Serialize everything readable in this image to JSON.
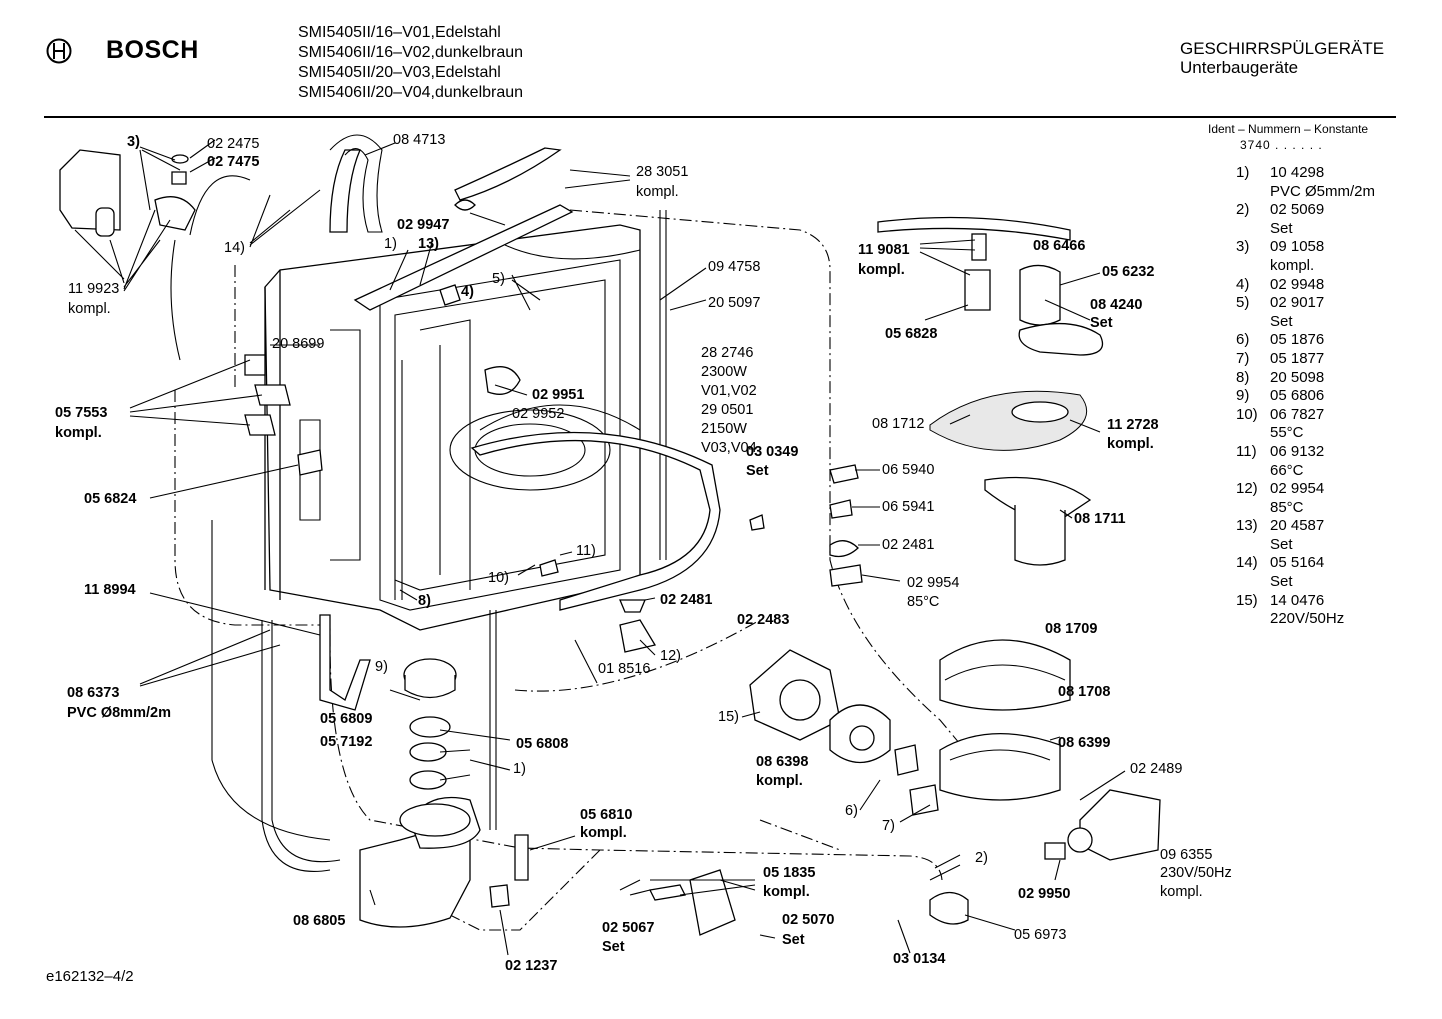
{
  "brand": {
    "name": "BOSCH"
  },
  "models": [
    "SMI5405II/16–V01,Edelstahl",
    "SMI5406II/16–V02,dunkelbraun",
    "SMI5405II/20–V03,Edelstahl",
    "SMI5406II/20–V04,dunkelbraun"
  ],
  "category": {
    "title": "GESCHIRRSPÜLGERÄTE",
    "subtitle": "Unterbaugeräte"
  },
  "ident": {
    "heading": "Ident – Nummern – Konstante",
    "constant": "3740 . . . . . ."
  },
  "notes": [
    {
      "num": "1)",
      "lines": [
        "10 4298",
        "PVC Ø5mm/2m"
      ]
    },
    {
      "num": "2)",
      "lines": [
        "02 5069",
        "Set"
      ]
    },
    {
      "num": "3)",
      "lines": [
        "09 1058",
        "kompl."
      ]
    },
    {
      "num": "4)",
      "lines": [
        "02 9948"
      ]
    },
    {
      "num": "5)",
      "lines": [
        "02 9017",
        "Set"
      ]
    },
    {
      "num": "6)",
      "lines": [
        "05 1876"
      ]
    },
    {
      "num": "7)",
      "lines": [
        "05 1877"
      ]
    },
    {
      "num": "8)",
      "lines": [
        "20 5098"
      ]
    },
    {
      "num": "9)",
      "lines": [
        "05 6806"
      ]
    },
    {
      "num": "10)",
      "lines": [
        "06 7827",
        "55°C"
      ]
    },
    {
      "num": "11)",
      "lines": [
        "06 9132",
        "66°C"
      ]
    },
    {
      "num": "12)",
      "lines": [
        "02 9954",
        "85°C"
      ]
    },
    {
      "num": "13)",
      "lines": [
        "20 4587",
        "Set"
      ]
    },
    {
      "num": "14)",
      "lines": [
        "05 5164",
        "Set"
      ]
    },
    {
      "num": "15)",
      "lines": [
        "14 0476",
        "220V/50Hz"
      ]
    }
  ],
  "footer": {
    "code": "e162132–4/2"
  },
  "labels": {
    "l_3": "3)",
    "l_022475": "02 2475",
    "l_027475": "02 7475",
    "l_084713": "08 4713",
    "l_283051": "28 3051",
    "l_283051b": "kompl.",
    "l_029947": "02 9947",
    "l_14": "14)",
    "l_119923": "11 9923",
    "l_119923b": "kompl.",
    "l_1": "1)",
    "l_13": "13)",
    "l_4": "4)",
    "l_5": "5)",
    "l_094758": "09 4758",
    "l_205097": "20 5097",
    "l_208699": "20 8699",
    "l_282746": "28 2746",
    "l_2300w": "2300W",
    "l_v0102": "V01,V02",
    "l_290501": "29 0501",
    "l_2150w": "2150W",
    "l_v0304": "V03,V04",
    "l_029951": "02 9951",
    "l_029952": "02 9952",
    "l_057553": "05 7553",
    "l_057553b": "kompl.",
    "l_056824": "05 6824",
    "l_086466": "08 6466",
    "l_119081": "11 9081",
    "l_119081b": "kompl.",
    "l_056232": "05 6232",
    "l_084240": "08 4240",
    "l_084240b": "Set",
    "l_056828": "05 6828",
    "l_081712": "08 1712",
    "l_112728": "11 2728",
    "l_112728b": "kompl.",
    "l_030349": "03 0349",
    "l_030349b": "Set",
    "l_065940": "06 5940",
    "l_065941": "06 5941",
    "l_081711": "08 1711",
    "l_022481a": "02 2481",
    "l_029954": "02 9954",
    "l_85c": "85°C",
    "l_11": "11)",
    "l_10": "10)",
    "l_022481b": "02 2481",
    "l_8": "8)",
    "l_118994": "11 8994",
    "l_12": "12)",
    "l_022483": "02 2483",
    "l_081709": "08 1709",
    "l_081708": "08 1708",
    "l_018516": "01 8516",
    "l_9": "9)",
    "l_086373": "08 6373",
    "l_086373b": "PVC Ø8mm/2m",
    "l_15": "15)",
    "l_056809": "05 6809",
    "l_056808": "05 6808",
    "l_057192": "05 7192",
    "l_1b": "1)",
    "l_086399": "08 6399",
    "l_086398": "08 6398",
    "l_086398b": "kompl.",
    "l_022489": "02 2489",
    "l_6": "6)",
    "l_7": "7)",
    "l_056810": "05 6810",
    "l_056810b": "kompl.",
    "l_2": "2)",
    "l_051835": "05 1835",
    "l_051835b": "kompl.",
    "l_096355": "09 6355",
    "l_230v": "230V/50Hz",
    "l_096355b": "kompl.",
    "l_086805": "08 6805",
    "l_025067": "02 5067",
    "l_025067b": "Set",
    "l_029950": "02 9950",
    "l_025070": "02 5070",
    "l_025070b": "Set",
    "l_056973": "05 6973",
    "l_021237": "02 1237",
    "l_030134": "03 0134"
  }
}
